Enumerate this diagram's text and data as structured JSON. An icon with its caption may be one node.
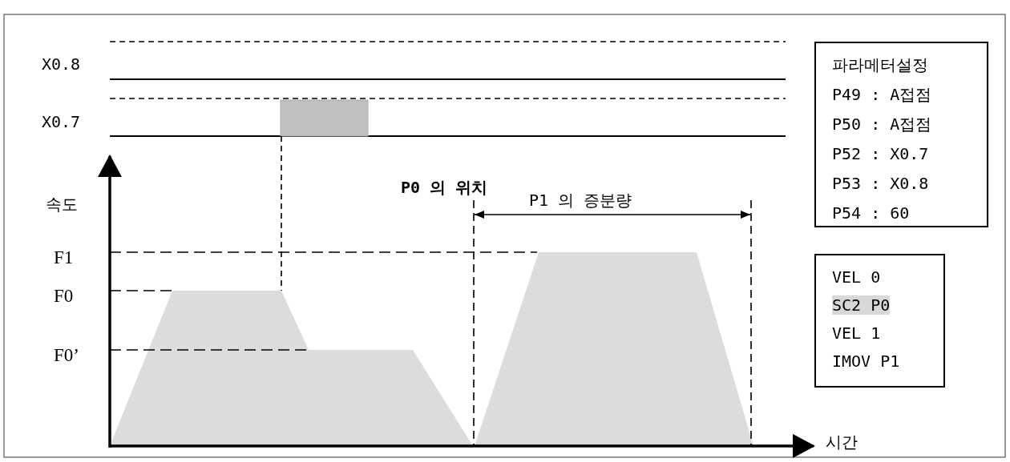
{
  "diagram": {
    "nodes": [
      {
        "text": [
          "파라메터설정",
          "P49 : A접점",
          "P50 : A접점",
          "P52 : X0.7",
          "P53 : X0.8",
          "P54 : 60"
        ]
      },
      {
        "text": [
          "VEL 0",
          "SC2 P0",
          "VEL 1",
          "IMOV P1"
        ]
      }
    ],
    "labels": [
      "X0.8",
      "X0.7",
      "속도",
      "P0 의 위치",
      "P1 의 증분량",
      "F1",
      "F0",
      "F0’",
      "시간"
    ]
  }
}
